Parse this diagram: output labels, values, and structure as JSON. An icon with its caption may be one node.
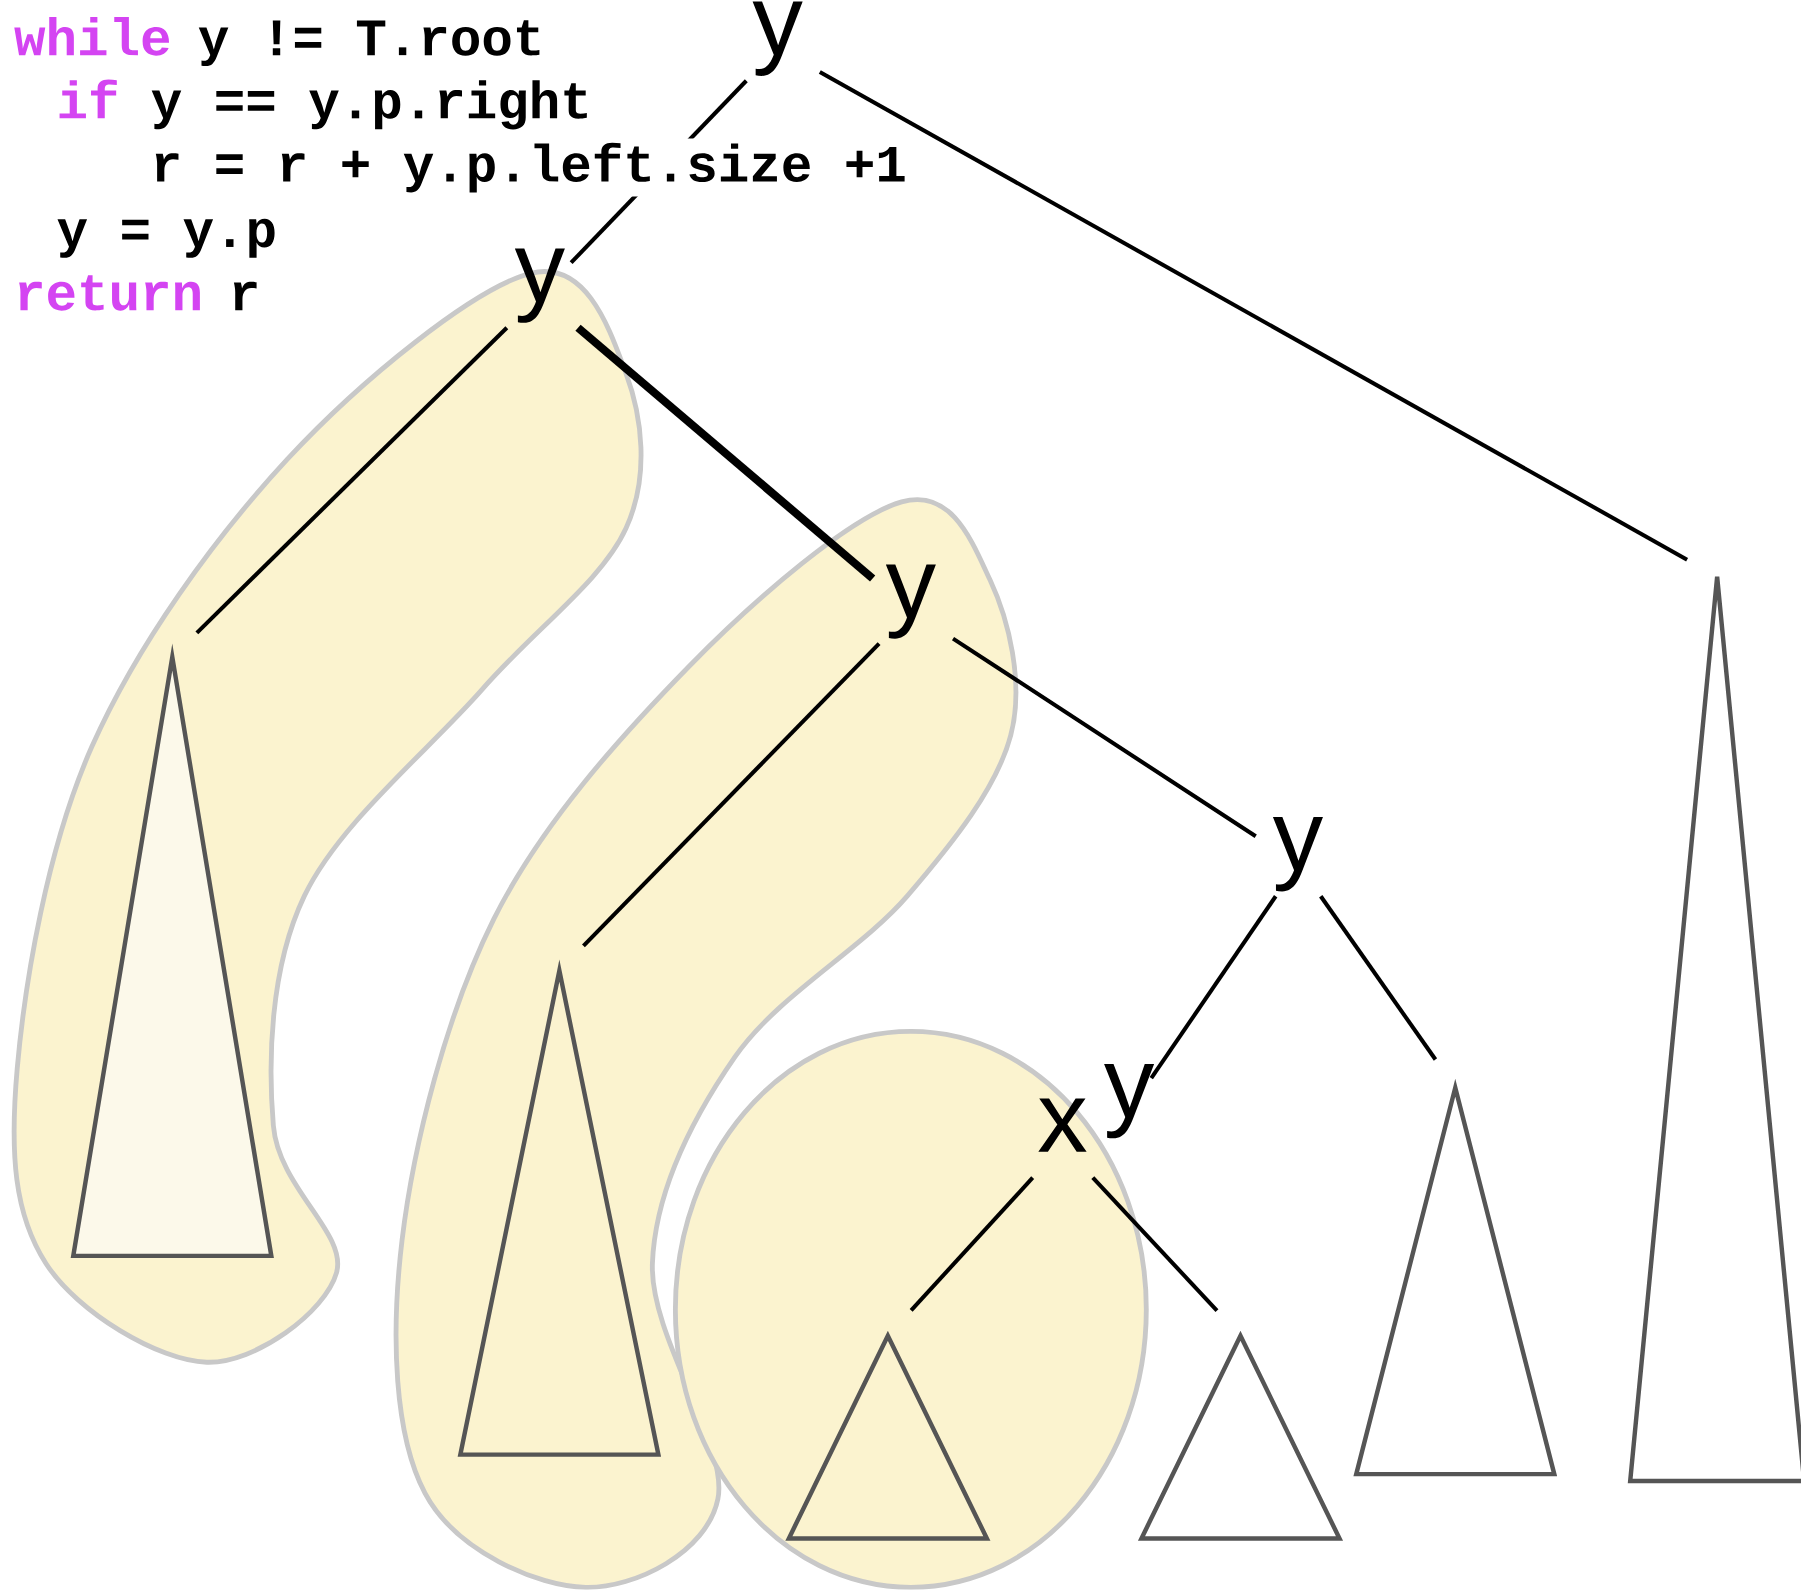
{
  "diagram": {
    "nodes": [
      {
        "text": [
          "y"
        ]
      },
      {
        "text": [
          "y"
        ]
      },
      {
        "text": [
          "y"
        ]
      },
      {
        "text": [
          "y"
        ]
      },
      {
        "text": [
          "y"
        ]
      },
      {
        "text": [
          "x"
        ]
      },
      {
        "text": [],
        "shape": "triangle"
      },
      {
        "text": [],
        "shape": "triangle"
      },
      {
        "text": [],
        "shape": "triangle"
      },
      {
        "text": [],
        "shape": "triangle"
      },
      {
        "text": [],
        "shape": "triangle"
      },
      {
        "text": [],
        "shape": "triangle"
      }
    ],
    "edges": [
      {
        "from": 0,
        "to": 1,
        "arrow": "none"
      },
      {
        "from": 0,
        "to": 11,
        "arrow": "none"
      },
      {
        "from": 1,
        "to": 6,
        "arrow": "none"
      },
      {
        "from": 1,
        "to": 2,
        "arrow": "none",
        "style": "thick"
      },
      {
        "from": 2,
        "to": 7,
        "arrow": "none"
      },
      {
        "from": 2,
        "to": 3,
        "arrow": "none"
      },
      {
        "from": 3,
        "to": 4,
        "arrow": "none"
      },
      {
        "from": 3,
        "to": 10,
        "arrow": "none"
      },
      {
        "from": 5,
        "to": 8,
        "arrow": "none"
      },
      {
        "from": 5,
        "to": 9,
        "arrow": "none"
      }
    ],
    "labels": [
      "while",
      "y != T.root",
      "if",
      "y == y.p.right",
      "r = r + y.p.left.size +1",
      "y = y.p",
      "return",
      "r"
    ]
  }
}
